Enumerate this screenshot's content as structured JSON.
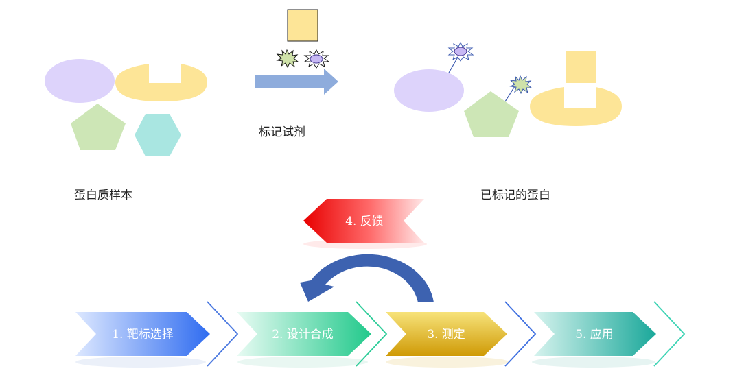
{
  "labels": {
    "sample": "蛋白质样本",
    "reagent": "标记试剂",
    "labeled": "已标记的蛋白"
  },
  "steps": [
    {
      "label": "1.  靶标选择",
      "color_start": "#dde8ff",
      "color_end": "#2f6cf0",
      "chevron_color": "#4a78e0"
    },
    {
      "label": "2.  设计合成",
      "color_start": "#e8fbf3",
      "color_end": "#21c98b",
      "chevron_color": "#2ccc98"
    },
    {
      "label": "3.  测定",
      "color_start": "#f7e37a",
      "color_end": "#cf9a06",
      "chevron_color": "#3e6fe0"
    },
    {
      "label": "5.  应用",
      "color_start": "#d6f3ee",
      "color_end": "#1aa89a",
      "chevron_color": "#3cd3b4"
    }
  ],
  "feedback": {
    "label": "4.  反馈",
    "color_start": "#e80000",
    "color_end": "#ffe4e4"
  },
  "colors": {
    "lavender": "#ddd3fb",
    "yellow": "#fde597",
    "green": "#cde6b6",
    "teal": "#a9e6e1",
    "arrow_blue": "#8eacdc",
    "loop_arrow": "#3d62b0"
  }
}
